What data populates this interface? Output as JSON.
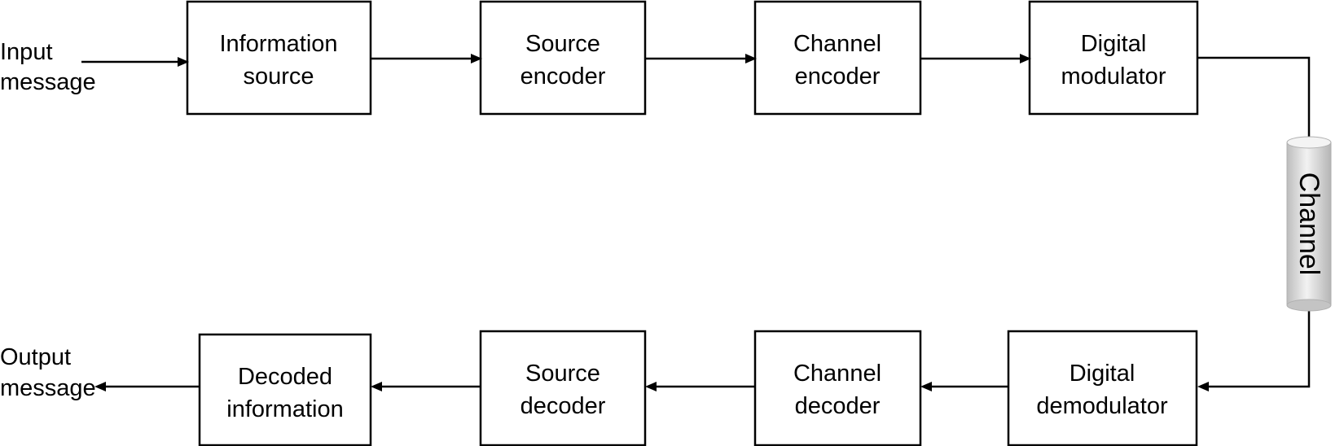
{
  "input_label": [
    "Input",
    "message"
  ],
  "output_label": [
    "Output",
    "message"
  ],
  "channel_label": "Channel",
  "transmitter_blocks": [
    {
      "id": "information-source",
      "lines": [
        "Information",
        "source"
      ]
    },
    {
      "id": "source-encoder",
      "lines": [
        "Source",
        "encoder"
      ]
    },
    {
      "id": "channel-encoder",
      "lines": [
        "Channel",
        "encoder"
      ]
    },
    {
      "id": "digital-modulator",
      "lines": [
        "Digital",
        "modulator"
      ]
    }
  ],
  "receiver_blocks": [
    {
      "id": "digital-demodulator",
      "lines": [
        "Digital",
        "demodulator"
      ]
    },
    {
      "id": "channel-decoder",
      "lines": [
        "Channel",
        "decoder"
      ]
    },
    {
      "id": "source-decoder",
      "lines": [
        "Source",
        "decoder"
      ]
    },
    {
      "id": "decoded-information",
      "lines": [
        "Decoded",
        "information"
      ]
    }
  ],
  "colors": {
    "stroke": "#000000",
    "background": "#ffffff",
    "channel_fill": "#d6d6d6"
  }
}
